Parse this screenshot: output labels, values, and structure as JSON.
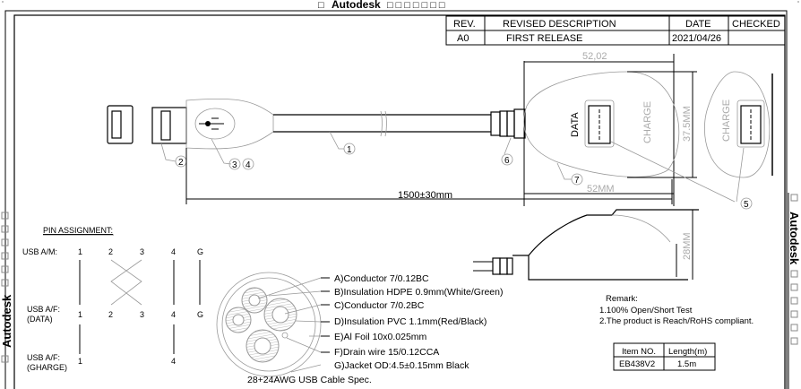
{
  "header": {
    "title": "Autodesk",
    "side_label_left": "Autodesk",
    "side_label_right": "Autodesk",
    "missing_glyph": "□"
  },
  "revision_table": {
    "headers": [
      "REV.",
      "REVISED DESCRIPTION",
      "DATE",
      "CHECKED"
    ],
    "rows": [
      [
        "A0",
        "FIRST RELEASE",
        "2021/04/26",
        ""
      ]
    ]
  },
  "callouts": [
    "1",
    "2",
    "3",
    "4",
    "5",
    "6",
    "7"
  ],
  "dimensions": {
    "cable_length": "1500±30mm",
    "top_width": "52,02",
    "bottom_width": "52MM",
    "height": "37.5MM",
    "side_height": "28MM"
  },
  "hub_labels": {
    "data": "DATA",
    "charge": "CHARGE",
    "charge_side": "CHARGE"
  },
  "pin_assignment": {
    "title": "PIN ASSIGNMENT:",
    "rows": [
      {
        "label": "USB A/M:",
        "label2": "",
        "pins": [
          "1",
          "2",
          "3",
          "4",
          "G"
        ]
      },
      {
        "label": "USB A/F:",
        "label2": "(DATA)",
        "pins": [
          "1",
          "2",
          "3",
          "4",
          "G"
        ]
      },
      {
        "label": "USB A/F:",
        "label2": "(GHARGE)",
        "pins": [
          "1",
          "4"
        ]
      }
    ]
  },
  "cable_spec": {
    "title": "28+24AWG USB Cable Spec.",
    "items": [
      "A)Conductor 7/0.12BC",
      "B)Insulation HDPE 0.9mm(White/Green)",
      "C)Conductor 7/0.2BC",
      "D)Insulation PVC 1.1mm(Red/Black)",
      "E)Al Foil 10x0.025mm",
      "F)Drain wire 15/0.12CCA",
      "G)Jacket OD:4.5±0.15mm Black"
    ]
  },
  "remark": {
    "title": "Remark:",
    "lines": [
      "1.100% Open/Short Test",
      "2.The product is Reach/RoHS compliant."
    ]
  },
  "item_table": {
    "headers": [
      "Item NO.",
      "Length(m)"
    ],
    "rows": [
      [
        "EB438V2",
        "1.5m"
      ]
    ]
  }
}
